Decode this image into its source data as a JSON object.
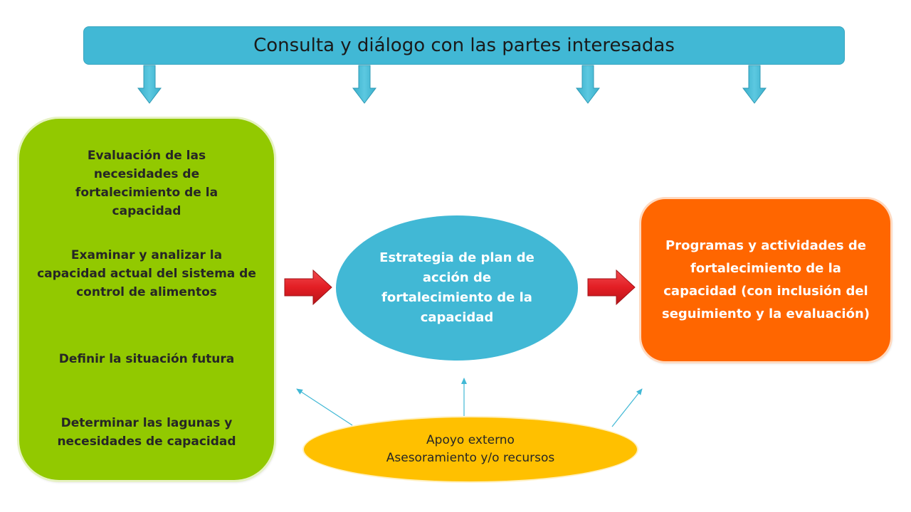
{
  "banner": {
    "title": "Consulta y diálogo con las partes interesadas"
  },
  "left_box": {
    "item1": "Evaluación de las necesidades de fortalecimiento de la capacidad",
    "item2": "Examinar y analizar la capacidad actual del sistema de control de alimentos",
    "item3": "Definir la situación futura",
    "item4": "Determinar las lagunas y necesidades de capacidad"
  },
  "center": {
    "label": "Estrategia de plan de acción de fortalecimiento de la capacidad"
  },
  "right_box": {
    "label": "Programas y actividades de fortalecimiento de la capacidad (con inclusión del seguimiento y la evaluación)"
  },
  "support": {
    "line1": "Apoyo externo",
    "line2": "Asesoramiento y/o recursos"
  },
  "colors": {
    "banner": "#41b8d5",
    "left_box": "#92c900",
    "center_ellipse": "#41b8d5",
    "right_box": "#ff6600",
    "support_ellipse": "#ffc000",
    "red_arrow": "#e31e24",
    "orange_arrow": "#f7941d"
  }
}
